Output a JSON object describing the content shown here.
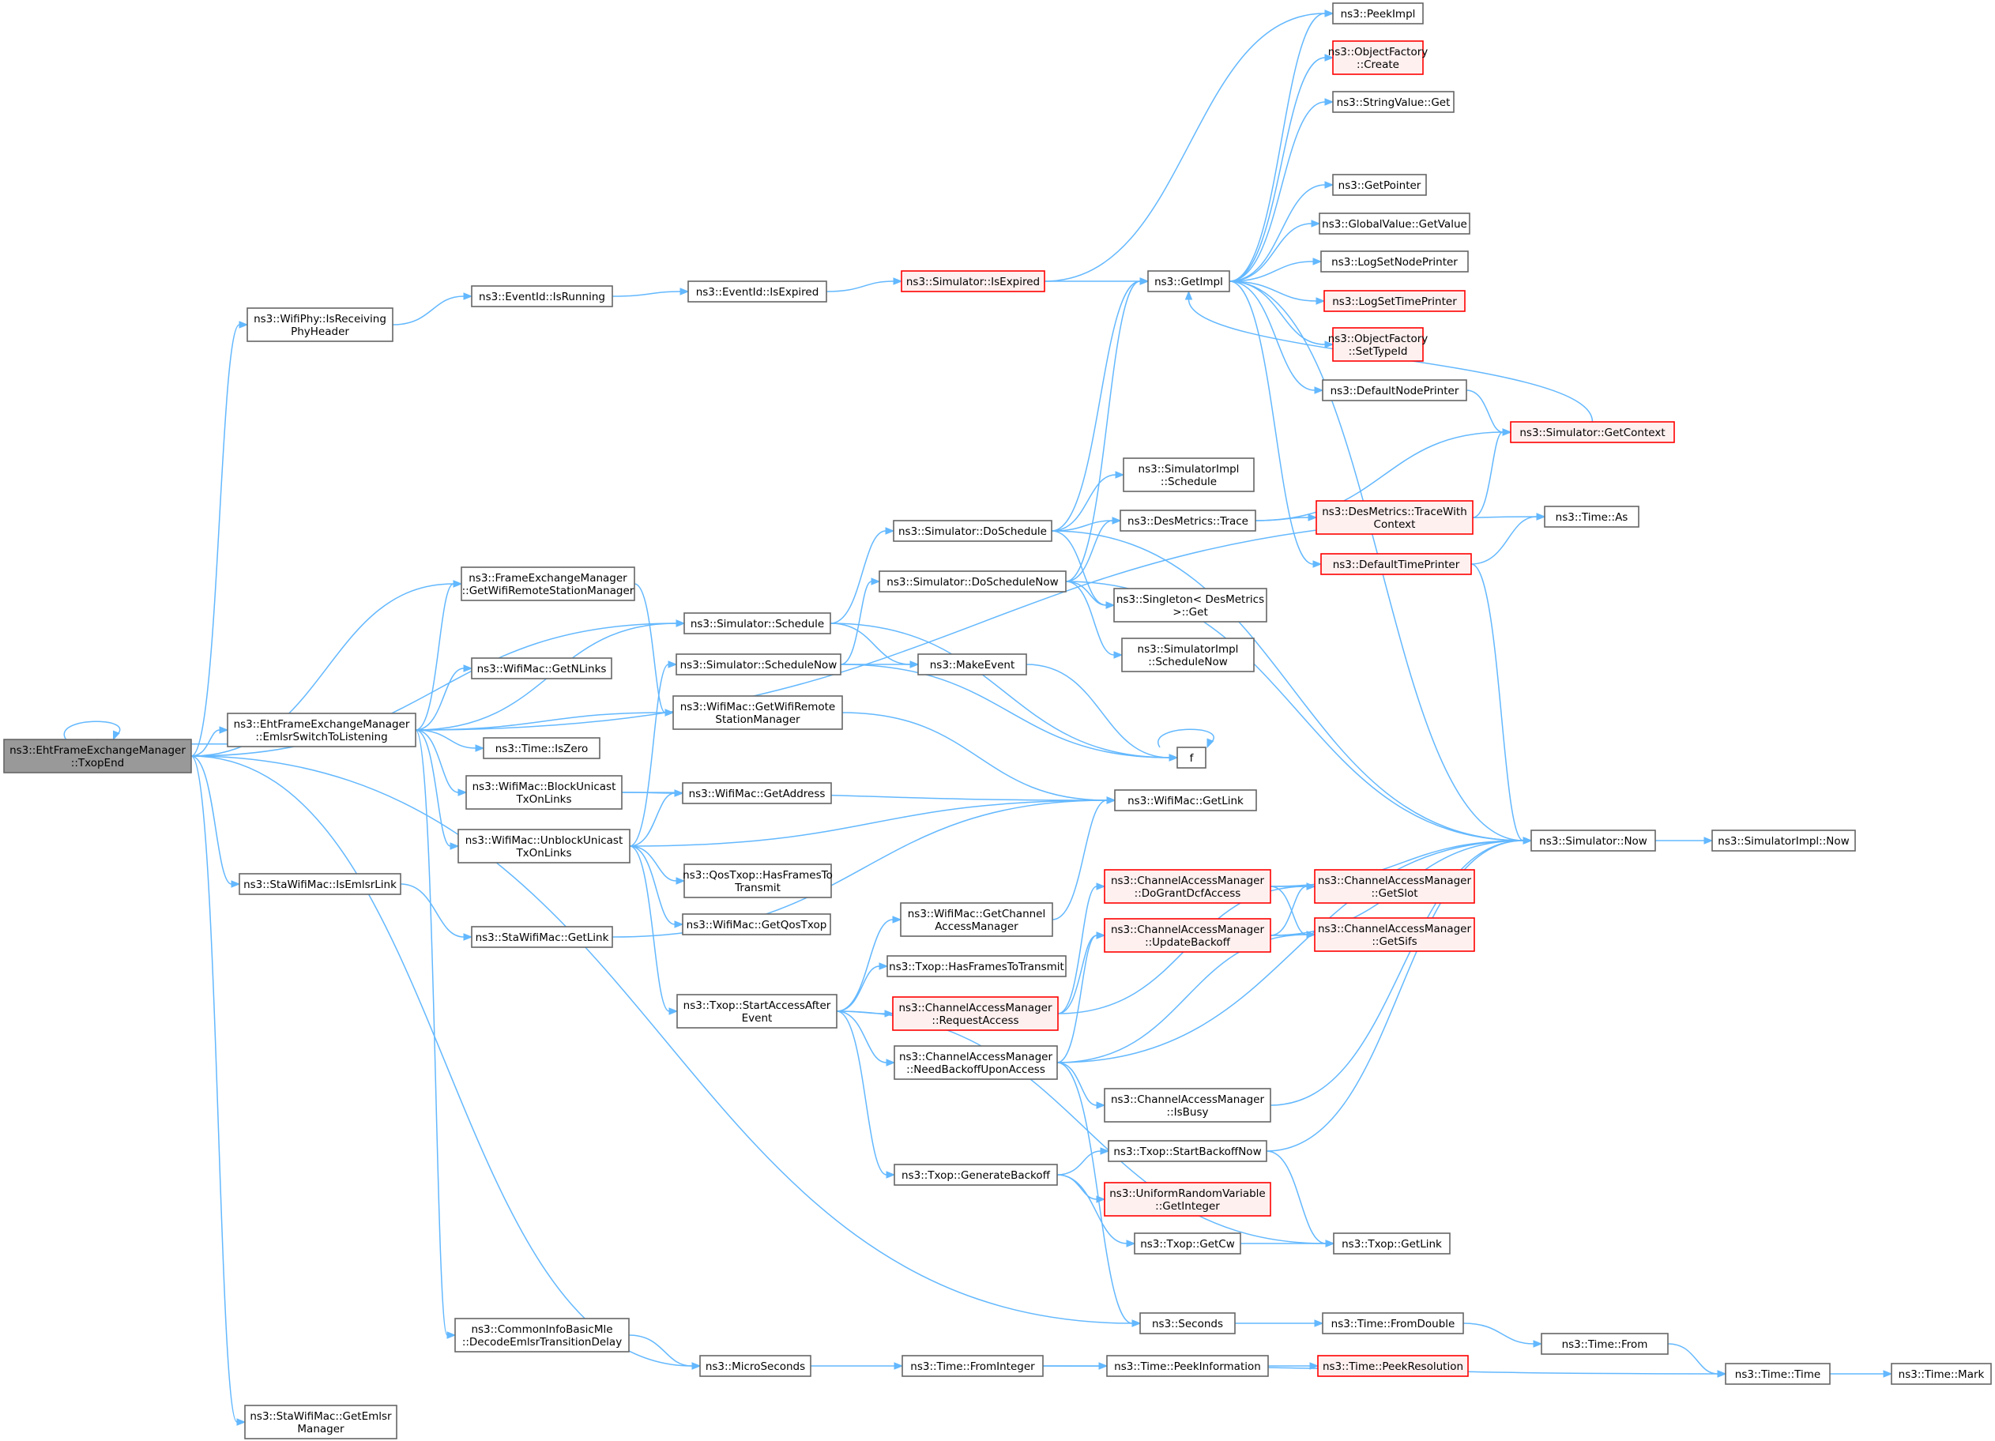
{
  "colors": {
    "edge": "#63b8ff",
    "node_border": "#666666",
    "node_fill": "#ffffff",
    "root_fill": "#999999",
    "trunc_border": "#ff0000",
    "trunc_fill": "#fff0f0"
  },
  "nodes": [
    {
      "id": "root",
      "kind": "root",
      "lines": [
        "ns3::EhtFrameExchangeManager",
        "::TxopEnd"
      ]
    },
    {
      "id": "isRecv",
      "kind": "normal",
      "lines": [
        "ns3::WifiPhy::IsReceiving",
        "PhyHeader"
      ]
    },
    {
      "id": "evRun",
      "kind": "normal",
      "lines": [
        "ns3::EventId::IsRunning"
      ]
    },
    {
      "id": "evExp",
      "kind": "normal",
      "lines": [
        "ns3::EventId::IsExpired"
      ]
    },
    {
      "id": "simExp",
      "kind": "trunc",
      "lines": [
        "ns3::Simulator::IsExpired"
      ]
    },
    {
      "id": "getImpl",
      "kind": "normal",
      "lines": [
        "ns3::GetImpl"
      ]
    },
    {
      "id": "peekImpl",
      "kind": "normal",
      "lines": [
        "ns3::PeekImpl"
      ]
    },
    {
      "id": "ofCreate",
      "kind": "trunc",
      "lines": [
        "ns3::ObjectFactory",
        "::Create"
      ]
    },
    {
      "id": "strGet",
      "kind": "normal",
      "lines": [
        "ns3::StringValue::Get"
      ]
    },
    {
      "id": "getPtr",
      "kind": "normal",
      "lines": [
        "ns3::GetPointer"
      ]
    },
    {
      "id": "gvGet",
      "kind": "normal",
      "lines": [
        "ns3::GlobalValue::GetValue"
      ]
    },
    {
      "id": "logNode",
      "kind": "normal",
      "lines": [
        "ns3::LogSetNodePrinter"
      ]
    },
    {
      "id": "logTime",
      "kind": "trunc",
      "lines": [
        "ns3::LogSetTimePrinter"
      ]
    },
    {
      "id": "ofSetType",
      "kind": "trunc",
      "lines": [
        "ns3::ObjectFactory",
        "::SetTypeId"
      ]
    },
    {
      "id": "defNode",
      "kind": "normal",
      "lines": [
        "ns3::DefaultNodePrinter"
      ]
    },
    {
      "id": "getCtx",
      "kind": "trunc",
      "lines": [
        "ns3::Simulator::GetContext"
      ]
    },
    {
      "id": "implSched",
      "kind": "normal",
      "lines": [
        "ns3::SimulatorImpl",
        "::Schedule"
      ]
    },
    {
      "id": "doSched",
      "kind": "normal",
      "lines": [
        "ns3::Simulator::DoSchedule"
      ]
    },
    {
      "id": "desTrace",
      "kind": "normal",
      "lines": [
        "ns3::DesMetrics::Trace"
      ]
    },
    {
      "id": "desTraceCtx",
      "kind": "trunc",
      "lines": [
        "ns3::DesMetrics::TraceWith",
        "Context"
      ]
    },
    {
      "id": "timeAs",
      "kind": "normal",
      "lines": [
        "ns3::Time::As"
      ]
    },
    {
      "id": "defTime",
      "kind": "trunc",
      "lines": [
        "ns3::DefaultTimePrinter"
      ]
    },
    {
      "id": "fem",
      "kind": "normal",
      "lines": [
        "ns3::FrameExchangeManager",
        "::GetWifiRemoteStationManager"
      ]
    },
    {
      "id": "doSchedNow",
      "kind": "normal",
      "lines": [
        "ns3::Simulator::DoScheduleNow"
      ]
    },
    {
      "id": "singleton",
      "kind": "normal",
      "lines": [
        "ns3::Singleton< DesMetrics",
        ">::Get"
      ]
    },
    {
      "id": "simSched",
      "kind": "normal",
      "lines": [
        "ns3::Simulator::Schedule"
      ]
    },
    {
      "id": "implSchedNow",
      "kind": "normal",
      "lines": [
        "ns3::SimulatorImpl",
        "::ScheduleNow"
      ]
    },
    {
      "id": "getNLinks",
      "kind": "normal",
      "lines": [
        "ns3::WifiMac::GetNLinks"
      ]
    },
    {
      "id": "schedNow",
      "kind": "normal",
      "lines": [
        "ns3::Simulator::ScheduleNow"
      ]
    },
    {
      "id": "makeEvent",
      "kind": "normal",
      "lines": [
        "ns3::MakeEvent"
      ]
    },
    {
      "id": "emlsr",
      "kind": "normal",
      "lines": [
        "ns3::EhtFrameExchangeManager",
        "::EmlsrSwitchToListening"
      ]
    },
    {
      "id": "wmRemote",
      "kind": "normal",
      "lines": [
        "ns3::WifiMac::GetWifiRemote",
        "StationManager"
      ]
    },
    {
      "id": "f",
      "kind": "normal",
      "lines": [
        "f"
      ]
    },
    {
      "id": "isZero",
      "kind": "normal",
      "lines": [
        "ns3::Time::IsZero"
      ]
    },
    {
      "id": "block",
      "kind": "normal",
      "lines": [
        "ns3::WifiMac::BlockUnicast",
        "TxOnLinks"
      ]
    },
    {
      "id": "getAddr",
      "kind": "normal",
      "lines": [
        "ns3::WifiMac::GetAddress"
      ]
    },
    {
      "id": "wmGetLink",
      "kind": "normal",
      "lines": [
        "ns3::WifiMac::GetLink"
      ]
    },
    {
      "id": "unblock",
      "kind": "normal",
      "lines": [
        "ns3::WifiMac::UnblockUnicast",
        "TxOnLinks"
      ]
    },
    {
      "id": "simNow",
      "kind": "normal",
      "lines": [
        "ns3::Simulator::Now"
      ]
    },
    {
      "id": "implNow",
      "kind": "normal",
      "lines": [
        "ns3::SimulatorImpl::Now"
      ]
    },
    {
      "id": "doGrant",
      "kind": "trunc",
      "lines": [
        "ns3::ChannelAccessManager",
        "::DoGrantDcfAccess"
      ]
    },
    {
      "id": "getSlot",
      "kind": "trunc",
      "lines": [
        "ns3::ChannelAccessManager",
        "::GetSlot"
      ]
    },
    {
      "id": "hasFrames",
      "kind": "normal",
      "lines": [
        "ns3::QosTxop::HasFramesTo",
        "Transmit"
      ]
    },
    {
      "id": "isEmlsr",
      "kind": "normal",
      "lines": [
        "ns3::StaWifiMac::IsEmlsrLink"
      ]
    },
    {
      "id": "getQos",
      "kind": "normal",
      "lines": [
        "ns3::WifiMac::GetQosTxop"
      ]
    },
    {
      "id": "getCam",
      "kind": "normal",
      "lines": [
        "ns3::WifiMac::GetChannel",
        "AccessManager"
      ]
    },
    {
      "id": "updBack",
      "kind": "trunc",
      "lines": [
        "ns3::ChannelAccessManager",
        "::UpdateBackoff"
      ]
    },
    {
      "id": "getSifs",
      "kind": "trunc",
      "lines": [
        "ns3::ChannelAccessManager",
        "::GetSifs"
      ]
    },
    {
      "id": "staGetLink",
      "kind": "normal",
      "lines": [
        "ns3::StaWifiMac::GetLink"
      ]
    },
    {
      "id": "txHasFrames",
      "kind": "normal",
      "lines": [
        "ns3::Txop::HasFramesToTransmit"
      ]
    },
    {
      "id": "startAfter",
      "kind": "normal",
      "lines": [
        "ns3::Txop::StartAccessAfter",
        "Event"
      ]
    },
    {
      "id": "reqAccess",
      "kind": "trunc",
      "lines": [
        "ns3::ChannelAccessManager",
        "::RequestAccess"
      ]
    },
    {
      "id": "needBackoff",
      "kind": "normal",
      "lines": [
        "ns3::ChannelAccessManager",
        "::NeedBackoffUponAccess"
      ]
    },
    {
      "id": "isBusy",
      "kind": "normal",
      "lines": [
        "ns3::ChannelAccessManager",
        "::IsBusy"
      ]
    },
    {
      "id": "startBackNow",
      "kind": "normal",
      "lines": [
        "ns3::Txop::StartBackoffNow"
      ]
    },
    {
      "id": "genBack",
      "kind": "normal",
      "lines": [
        "ns3::Txop::GenerateBackoff"
      ]
    },
    {
      "id": "uniRand",
      "kind": "trunc",
      "lines": [
        "ns3::UniformRandomVariable",
        "::GetInteger"
      ]
    },
    {
      "id": "getCw",
      "kind": "normal",
      "lines": [
        "ns3::Txop::GetCw"
      ]
    },
    {
      "id": "txGetLink",
      "kind": "normal",
      "lines": [
        "ns3::Txop::GetLink"
      ]
    },
    {
      "id": "seconds",
      "kind": "normal",
      "lines": [
        "ns3::Seconds"
      ]
    },
    {
      "id": "fromDouble",
      "kind": "normal",
      "lines": [
        "ns3::Time::FromDouble"
      ]
    },
    {
      "id": "cib",
      "kind": "normal",
      "lines": [
        "ns3::CommonInfoBasicMle",
        "::DecodeEmlsrTransitionDelay"
      ]
    },
    {
      "id": "timeFrom",
      "kind": "normal",
      "lines": [
        "ns3::Time::From"
      ]
    },
    {
      "id": "micro",
      "kind": "normal",
      "lines": [
        "ns3::MicroSeconds"
      ]
    },
    {
      "id": "fromInt",
      "kind": "normal",
      "lines": [
        "ns3::Time::FromInteger"
      ]
    },
    {
      "id": "peekInfo",
      "kind": "normal",
      "lines": [
        "ns3::Time::PeekInformation"
      ]
    },
    {
      "id": "peekRes",
      "kind": "trunc",
      "lines": [
        "ns3::Time::PeekResolution"
      ]
    },
    {
      "id": "timeTime",
      "kind": "normal",
      "lines": [
        "ns3::Time::Time"
      ]
    },
    {
      "id": "timeMark",
      "kind": "normal",
      "lines": [
        "ns3::Time::Mark"
      ]
    },
    {
      "id": "getEmlsrMgr",
      "kind": "normal",
      "lines": [
        "ns3::StaWifiMac::GetEmlsr",
        "Manager"
      ]
    }
  ],
  "edges": [
    [
      "root",
      "isRecv"
    ],
    [
      "isRecv",
      "evRun"
    ],
    [
      "evRun",
      "evExp"
    ],
    [
      "evExp",
      "simExp"
    ],
    [
      "simExp",
      "getImpl"
    ],
    [
      "simExp",
      "peekImpl"
    ],
    [
      "getImpl",
      "peekImpl"
    ],
    [
      "getImpl",
      "ofCreate"
    ],
    [
      "getImpl",
      "strGet"
    ],
    [
      "getImpl",
      "getPtr"
    ],
    [
      "getImpl",
      "gvGet"
    ],
    [
      "getImpl",
      "logNode"
    ],
    [
      "getImpl",
      "logTime"
    ],
    [
      "getImpl",
      "ofSetType"
    ],
    [
      "getImpl",
      "defNode"
    ],
    [
      "getImpl",
      "defTime"
    ],
    [
      "getImpl",
      "simNow"
    ],
    [
      "defNode",
      "getCtx"
    ],
    [
      "getCtx",
      "getImpl"
    ],
    [
      "desTrace",
      "desTraceCtx"
    ],
    [
      "desTrace",
      "getCtx"
    ],
    [
      "desTraceCtx",
      "getCtx"
    ],
    [
      "defTime",
      "timeAs"
    ],
    [
      "defTime",
      "simNow"
    ],
    [
      "doSched",
      "getImpl"
    ],
    [
      "doSched",
      "implSched"
    ],
    [
      "doSched",
      "desTrace"
    ],
    [
      "doSched",
      "singleton"
    ],
    [
      "doSched",
      "simNow"
    ],
    [
      "doSchedNow",
      "getImpl"
    ],
    [
      "doSchedNow",
      "desTrace"
    ],
    [
      "doSchedNow",
      "singleton"
    ],
    [
      "doSchedNow",
      "implSchedNow"
    ],
    [
      "doSchedNow",
      "simNow"
    ],
    [
      "simSched",
      "doSched"
    ],
    [
      "simSched",
      "makeEvent"
    ],
    [
      "simSched",
      "f"
    ],
    [
      "schedNow",
      "doSchedNow"
    ],
    [
      "schedNow",
      "makeEvent"
    ],
    [
      "schedNow",
      "f"
    ],
    [
      "makeEvent",
      "f"
    ],
    [
      "f",
      "f"
    ],
    [
      "root",
      "root"
    ],
    [
      "root",
      "simSched"
    ],
    [
      "root",
      "fem"
    ],
    [
      "root",
      "emlsr"
    ],
    [
      "root",
      "isEmlsr"
    ],
    [
      "root",
      "seconds"
    ],
    [
      "root",
      "micro"
    ],
    [
      "root",
      "getEmlsrMgr"
    ],
    [
      "emlsr",
      "root"
    ],
    [
      "emlsr",
      "timeAs"
    ],
    [
      "emlsr",
      "fem"
    ],
    [
      "emlsr",
      "simSched"
    ],
    [
      "emlsr",
      "getNLinks"
    ],
    [
      "emlsr",
      "wmRemote"
    ],
    [
      "emlsr",
      "isZero"
    ],
    [
      "emlsr",
      "block"
    ],
    [
      "emlsr",
      "unblock"
    ],
    [
      "emlsr",
      "cib"
    ],
    [
      "fem",
      "wmRemote"
    ],
    [
      "wmRemote",
      "wmGetLink"
    ],
    [
      "block",
      "getAddr"
    ],
    [
      "block",
      "wmGetLink"
    ],
    [
      "unblock",
      "schedNow"
    ],
    [
      "unblock",
      "getAddr"
    ],
    [
      "unblock",
      "wmGetLink"
    ],
    [
      "unblock",
      "hasFrames"
    ],
    [
      "unblock",
      "getQos"
    ],
    [
      "unblock",
      "startAfter"
    ],
    [
      "isEmlsr",
      "staGetLink"
    ],
    [
      "staGetLink",
      "wmGetLink"
    ],
    [
      "startAfter",
      "getCam"
    ],
    [
      "startAfter",
      "txHasFrames"
    ],
    [
      "startAfter",
      "reqAccess"
    ],
    [
      "startAfter",
      "needBackoff"
    ],
    [
      "startAfter",
      "genBack"
    ],
    [
      "startAfter",
      "txGetLink"
    ],
    [
      "getCam",
      "wmGetLink"
    ],
    [
      "reqAccess",
      "doGrant"
    ],
    [
      "reqAccess",
      "updBack"
    ],
    [
      "reqAccess",
      "getSlot"
    ],
    [
      "doGrant",
      "getSlot"
    ],
    [
      "doGrant",
      "getSifs"
    ],
    [
      "doGrant",
      "simNow"
    ],
    [
      "updBack",
      "getSlot"
    ],
    [
      "updBack",
      "getSifs"
    ],
    [
      "updBack",
      "simNow"
    ],
    [
      "needBackoff",
      "updBack"
    ],
    [
      "needBackoff",
      "getSifs"
    ],
    [
      "needBackoff",
      "isBusy"
    ],
    [
      "needBackoff",
      "simNow"
    ],
    [
      "needBackoff",
      "seconds"
    ],
    [
      "isBusy",
      "simNow"
    ],
    [
      "genBack",
      "startBackNow"
    ],
    [
      "genBack",
      "uniRand"
    ],
    [
      "genBack",
      "getCw"
    ],
    [
      "startBackNow",
      "simNow"
    ],
    [
      "startBackNow",
      "txGetLink"
    ],
    [
      "getCw",
      "txGetLink"
    ],
    [
      "simNow",
      "implNow"
    ],
    [
      "seconds",
      "fromDouble"
    ],
    [
      "fromDouble",
      "timeFrom"
    ],
    [
      "timeFrom",
      "timeTime"
    ],
    [
      "cib",
      "micro"
    ],
    [
      "micro",
      "fromInt"
    ],
    [
      "fromInt",
      "peekInfo"
    ],
    [
      "fromInt",
      "timeTime"
    ],
    [
      "peekInfo",
      "peekRes"
    ],
    [
      "timeTime",
      "timeMark"
    ]
  ]
}
